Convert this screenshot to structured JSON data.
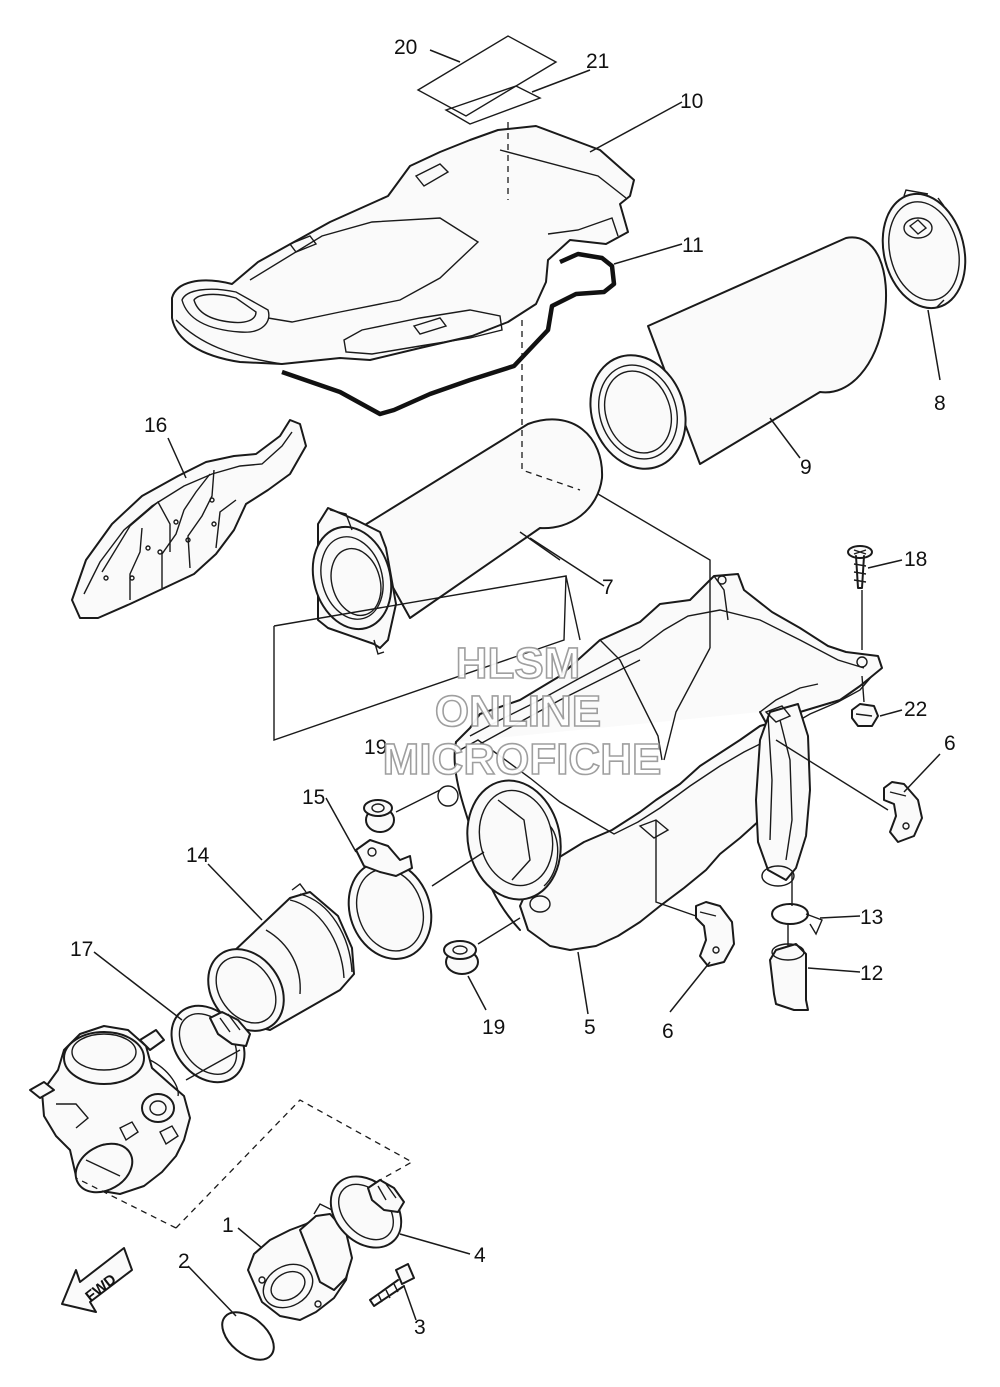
{
  "watermark": {
    "line1": "HLSM",
    "line2": "ONLINE",
    "line3": "MICROFICHE"
  },
  "direction_marker": {
    "text": "FWD"
  },
  "callouts": [
    {
      "id": "c20",
      "text": "20"
    },
    {
      "id": "c21",
      "text": "21"
    },
    {
      "id": "c10",
      "text": "10"
    },
    {
      "id": "c11",
      "text": "11"
    },
    {
      "id": "c8",
      "text": "8"
    },
    {
      "id": "c9",
      "text": "9"
    },
    {
      "id": "c16",
      "text": "16"
    },
    {
      "id": "c7",
      "text": "7"
    },
    {
      "id": "c18",
      "text": "18"
    },
    {
      "id": "c22",
      "text": "22"
    },
    {
      "id": "c6a",
      "text": "6"
    },
    {
      "id": "c19a",
      "text": "19"
    },
    {
      "id": "c15",
      "text": "15"
    },
    {
      "id": "c14",
      "text": "14"
    },
    {
      "id": "c17",
      "text": "17"
    },
    {
      "id": "c13",
      "text": "13"
    },
    {
      "id": "c12",
      "text": "12"
    },
    {
      "id": "c19b",
      "text": "19"
    },
    {
      "id": "c5",
      "text": "5"
    },
    {
      "id": "c6b",
      "text": "6"
    },
    {
      "id": "c1",
      "text": "1"
    },
    {
      "id": "c2",
      "text": "2"
    },
    {
      "id": "c4",
      "text": "4"
    },
    {
      "id": "c3",
      "text": "3"
    }
  ]
}
